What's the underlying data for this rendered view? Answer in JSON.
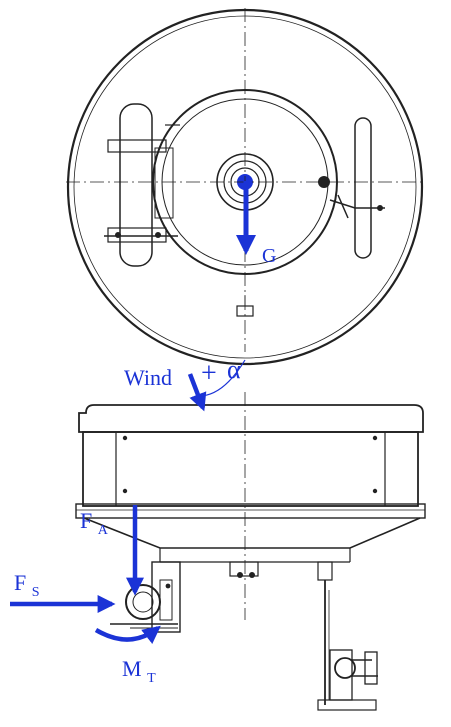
{
  "labels": {
    "gravity": "G",
    "wind": "Wind",
    "plus": "+",
    "alpha": "α",
    "axial_force": {
      "main": "F",
      "sub": "A"
    },
    "side_force": {
      "main": "F",
      "sub": "S"
    },
    "torque": {
      "main": "M",
      "sub": "T"
    }
  },
  "colors": {
    "force_arrow": "#1b33d6",
    "drawing_line": "#222222"
  }
}
